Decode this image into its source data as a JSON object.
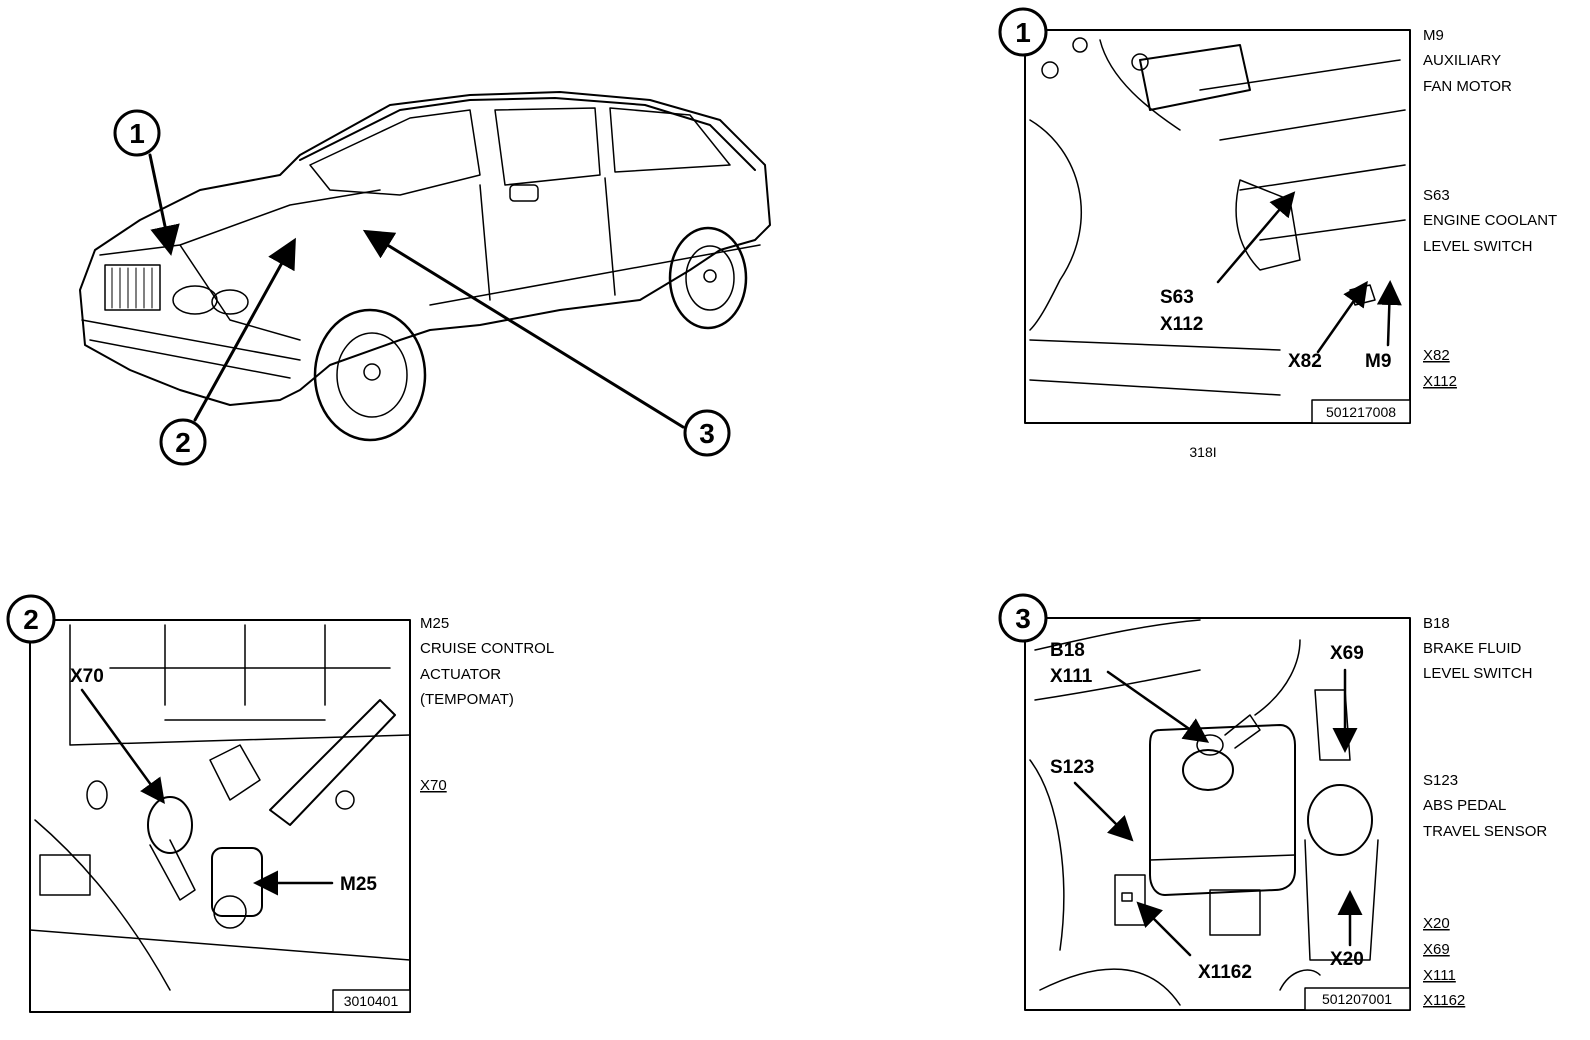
{
  "car": {
    "callouts": [
      "1",
      "2",
      "3"
    ]
  },
  "panel1": {
    "badge": "1",
    "legend": [
      "M9",
      "AUXILIARY",
      "FAN MOTOR",
      "S63",
      "ENGINE COOLANT",
      "LEVEL SWITCH"
    ],
    "connectors": [
      "X82",
      "X112"
    ],
    "labels": {
      "s63": "S63",
      "x112": "X112",
      "x82": "X82",
      "m9": "M9"
    },
    "ref": "501217008",
    "caption": "318I"
  },
  "panel2": {
    "badge": "2",
    "legend": [
      "M25",
      "CRUISE CONTROL",
      "ACTUATOR",
      "(TEMPOMAT)"
    ],
    "connectors": [
      "X70"
    ],
    "labels": {
      "x70": "X70",
      "m25": "M25"
    },
    "ref": "3010401"
  },
  "panel3": {
    "badge": "3",
    "legend": [
      "B18",
      "BRAKE FLUID",
      "LEVEL SWITCH",
      "S123",
      "ABS PEDAL",
      "TRAVEL SENSOR"
    ],
    "connectors": [
      "X20",
      "X69",
      "X111",
      "X1162"
    ],
    "labels": {
      "b18": "B18",
      "x111": "X111",
      "x69": "X69",
      "s123": "S123",
      "x1162": "X1162",
      "x20": "X20"
    },
    "ref": "501207001"
  }
}
